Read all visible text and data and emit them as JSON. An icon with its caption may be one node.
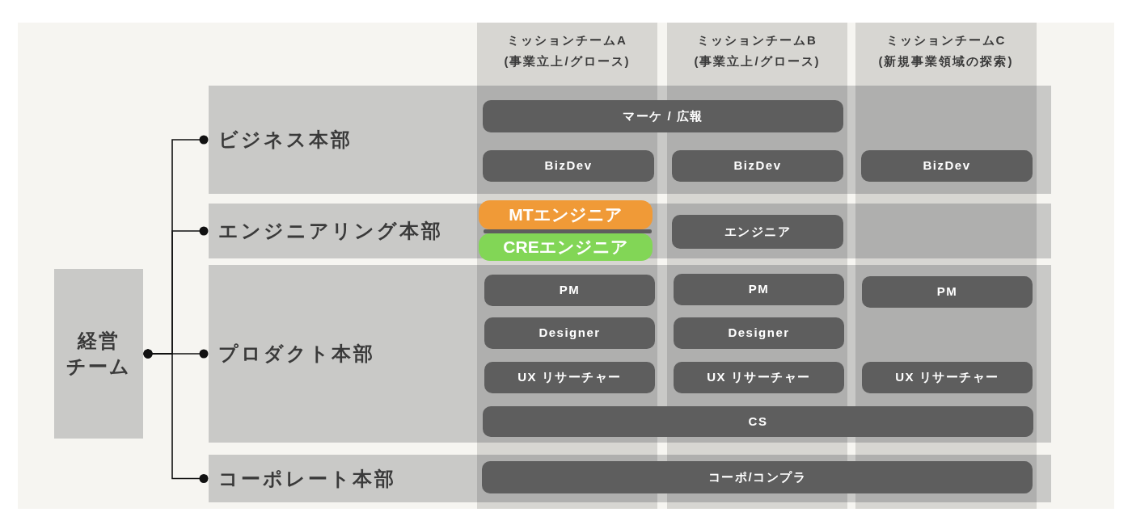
{
  "diagram": {
    "nodes": [
      {
        "text": [
          "経営チーム"
        ]
      },
      {
        "text": [
          "ミッションチームA",
          "(事業立上/グロース)"
        ]
      },
      {
        "text": [
          "ミッションチームB",
          "(事業立上/グロース)"
        ]
      },
      {
        "text": [
          "ミッションチームC",
          "(新規事業領域の探索)"
        ]
      },
      {
        "text": [
          "ビジネス本部"
        ]
      },
      {
        "text": [
          "マーケ / 広報"
        ],
        "in": 4
      },
      {
        "text": [
          "BizDev"
        ]
      },
      {
        "text": [
          "BizDev"
        ]
      },
      {
        "text": [
          "BizDev"
        ]
      },
      {
        "text": [
          "エンジニアリング本部"
        ]
      },
      {
        "text": [],
        "shape": "bar"
      },
      {
        "text": [
          "MTエンジニア"
        ],
        "in": 1
      },
      {
        "text": [
          "CREエンジニア"
        ]
      },
      {
        "text": [
          "エンジニア"
        ]
      },
      {
        "text": [
          "プロダクト本部"
        ]
      },
      {
        "text": [
          "PM"
        ]
      },
      {
        "text": [
          "PM"
        ]
      },
      {
        "text": [
          "PM"
        ]
      },
      {
        "text": [
          "Designer"
        ]
      },
      {
        "text": [
          "Designer"
        ]
      },
      {
        "text": [
          "UX リサーチャー"
        ]
      },
      {
        "text": [
          "UX リサーチャー"
        ]
      },
      {
        "text": [
          "UX リサーチャー"
        ]
      },
      {
        "text": [
          "CS"
        ],
        "in": 14
      },
      {
        "text": [
          "コーポレート本部"
        ]
      },
      {
        "text": [
          "コーポ/コンプラ"
        ],
        "in": 24
      }
    ],
    "edges": [
      {
        "from": 0,
        "to": 4,
        "arrow": "other"
      },
      {
        "from": 0,
        "to": 9,
        "arrow": "other"
      },
      {
        "from": 0,
        "to": 14,
        "arrow": "other"
      },
      {
        "from": 0,
        "to": 24,
        "arrow": "other"
      }
    ]
  }
}
